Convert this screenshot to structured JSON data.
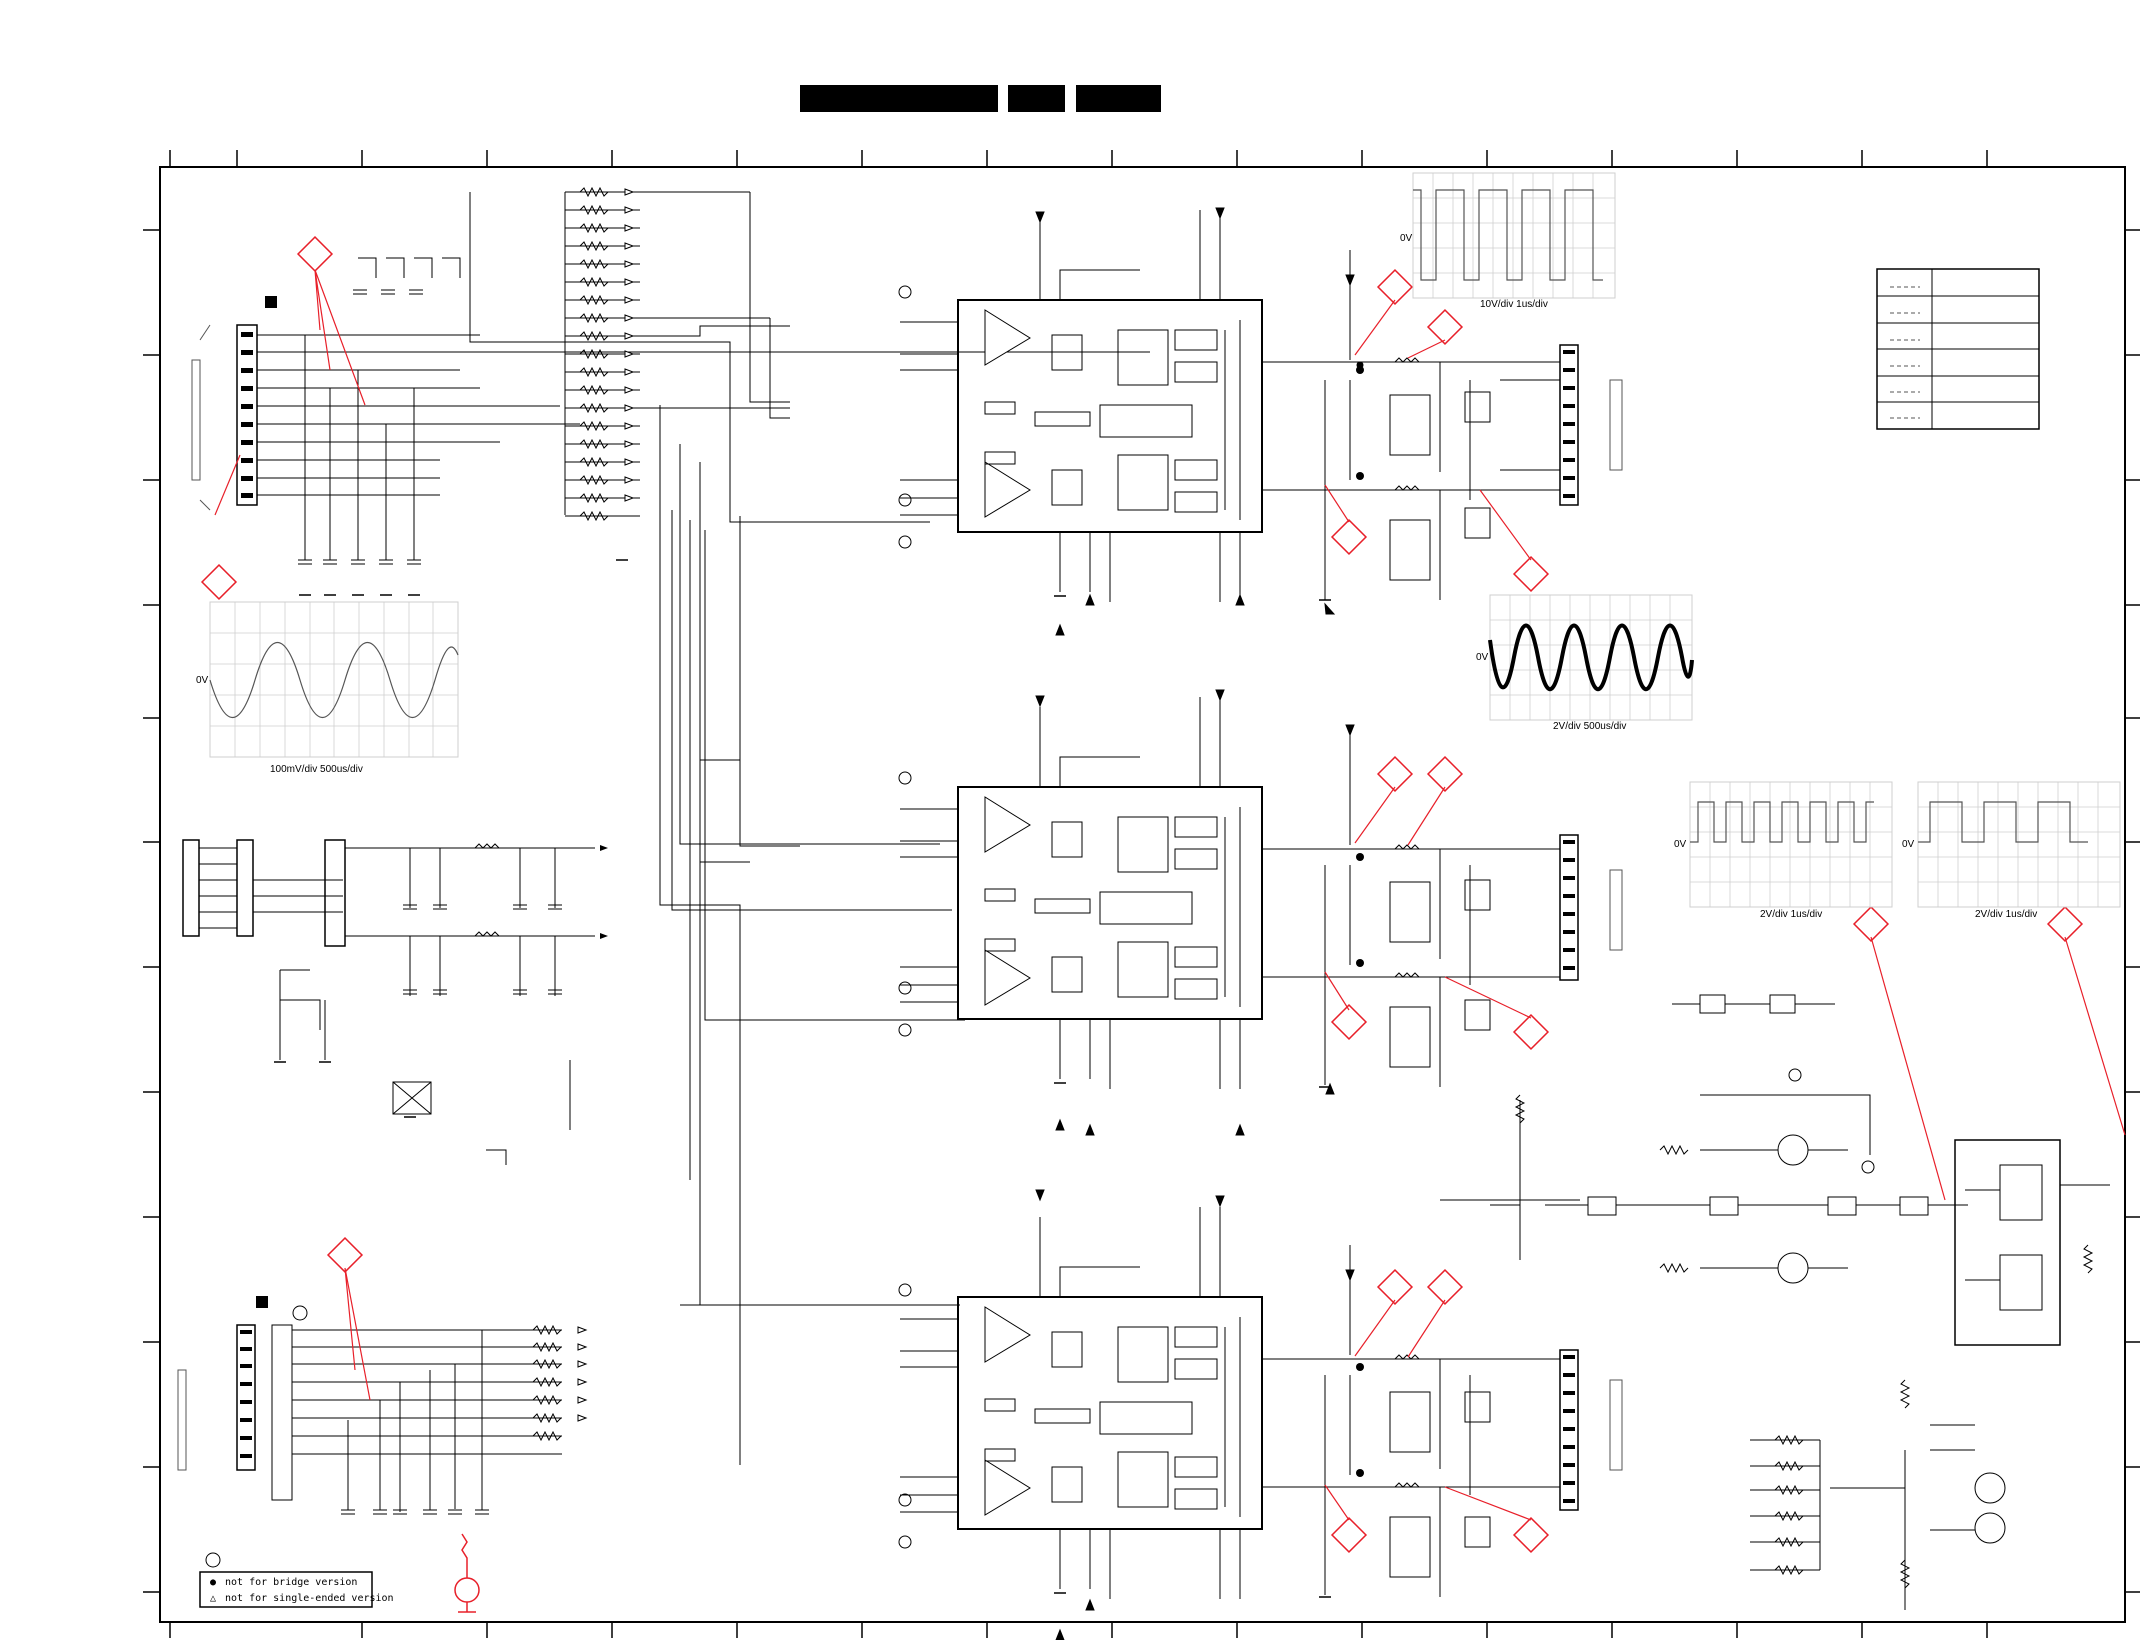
{
  "scope_panels": [
    {
      "id": "scope-top-right",
      "zero_label": "0V",
      "scale_label": "10V/div   1us/div",
      "waveform": "square"
    },
    {
      "id": "scope-mid-left",
      "zero_label": "0V",
      "scale_label": "100mV/div   500us/div",
      "waveform": "sine"
    },
    {
      "id": "scope-mid-right",
      "zero_label": "0V",
      "scale_label": "2V/div   500us/div",
      "waveform": "sine-thick"
    },
    {
      "id": "scope-lower-right-a",
      "zero_label": "0V",
      "scale_label": "2V/div   1us/div",
      "waveform": "square-fast"
    },
    {
      "id": "scope-lower-right-b",
      "zero_label": "0V",
      "scale_label": "2V/div   1us/div",
      "waveform": "square-slow"
    }
  ],
  "legend": {
    "item1": "not for bridge version",
    "item2": "not for single-ended version",
    "item1_symbol": "●",
    "item2_symbol": "△"
  },
  "colors": {
    "ink": "#000000",
    "marker": "#e8202a",
    "grid": "#cfcfcf",
    "title_block": "#000000"
  }
}
